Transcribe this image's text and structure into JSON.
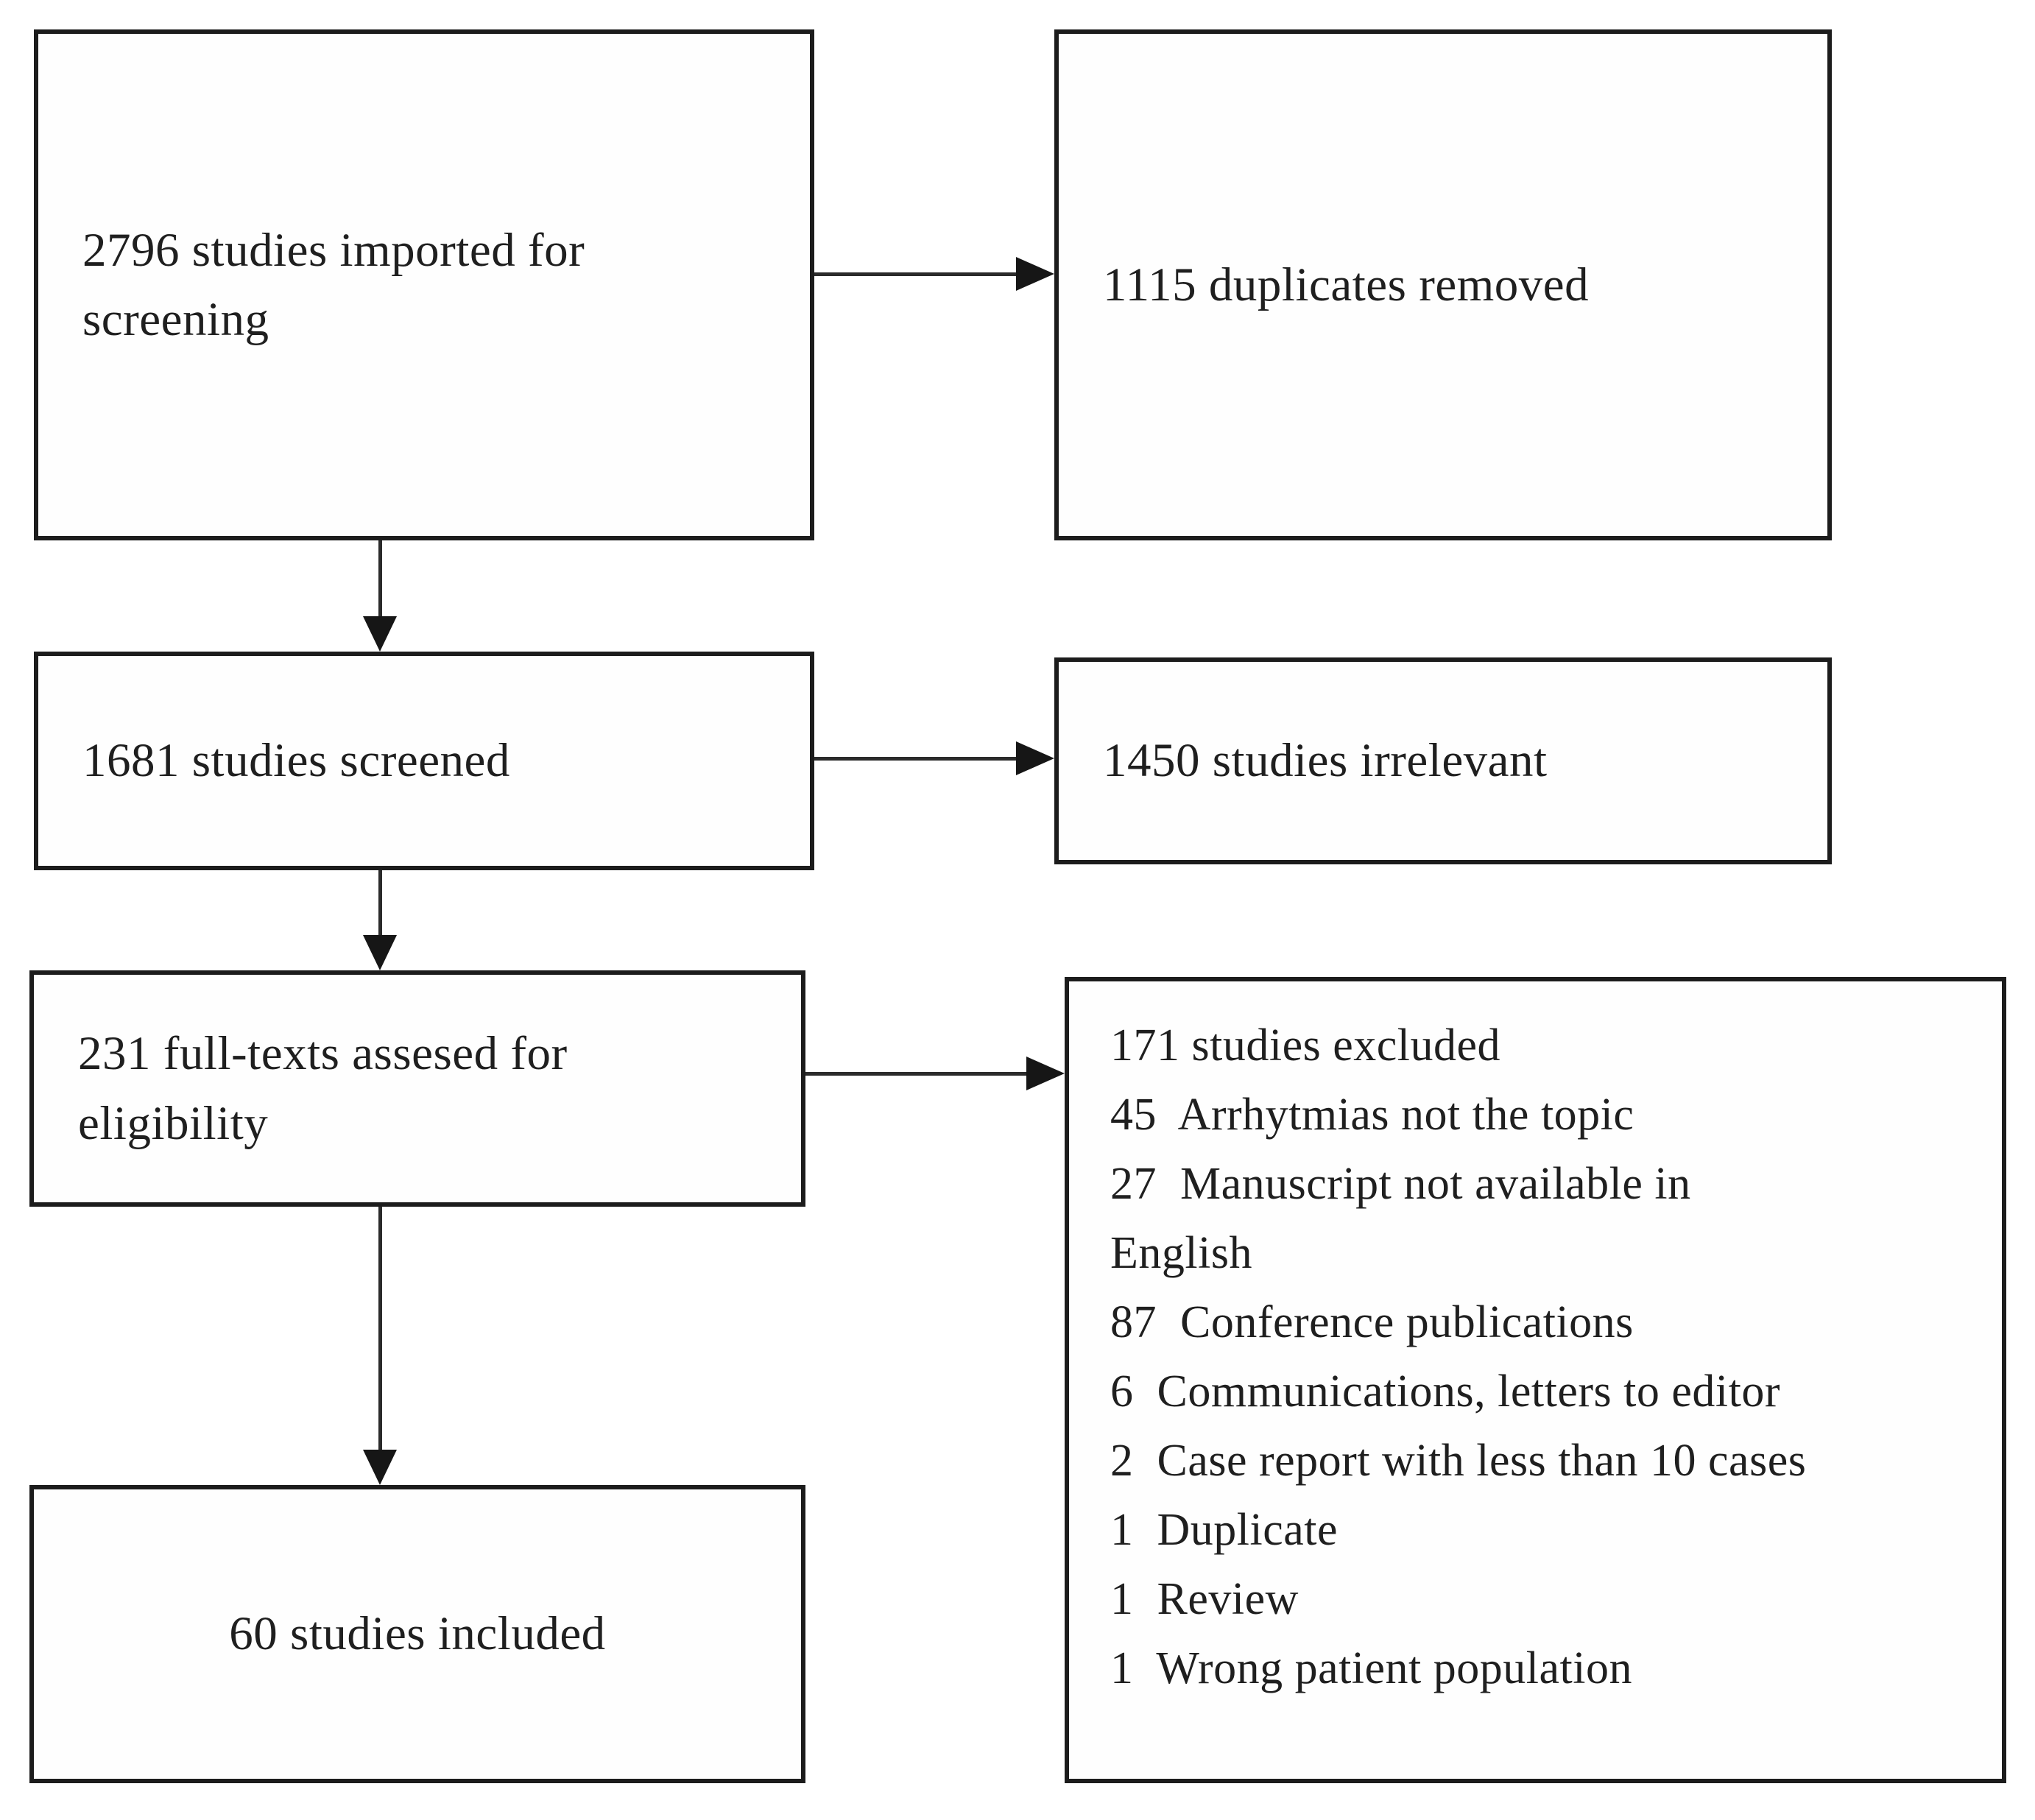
{
  "boxes": {
    "imported": {
      "text": "2796 studies imported for screening"
    },
    "duplicates": {
      "text": "1115 duplicates removed"
    },
    "screened": {
      "text": "1681 studies screened"
    },
    "irrelevant": {
      "text": "1450 studies irrelevant"
    },
    "fulltexts": {
      "text": "231 full-texts assesed for eligibility"
    },
    "included": {
      "text": "60 studies included"
    },
    "excluded": {
      "lines": [
        "171 studies excluded",
        "45  Arrhytmias not the topic",
        "27  Manuscript not available in",
        "English",
        "87  Conference publications",
        "6  Communications, letters to editor",
        "2  Case report with less than 10 cases",
        "1  Duplicate",
        "1  Review",
        "1  Wrong patient population"
      ]
    }
  },
  "colors": {
    "background": "#ffffff",
    "box_border": "#1c1c1c",
    "text": "#1f1f1f",
    "arrow": "#161616"
  }
}
